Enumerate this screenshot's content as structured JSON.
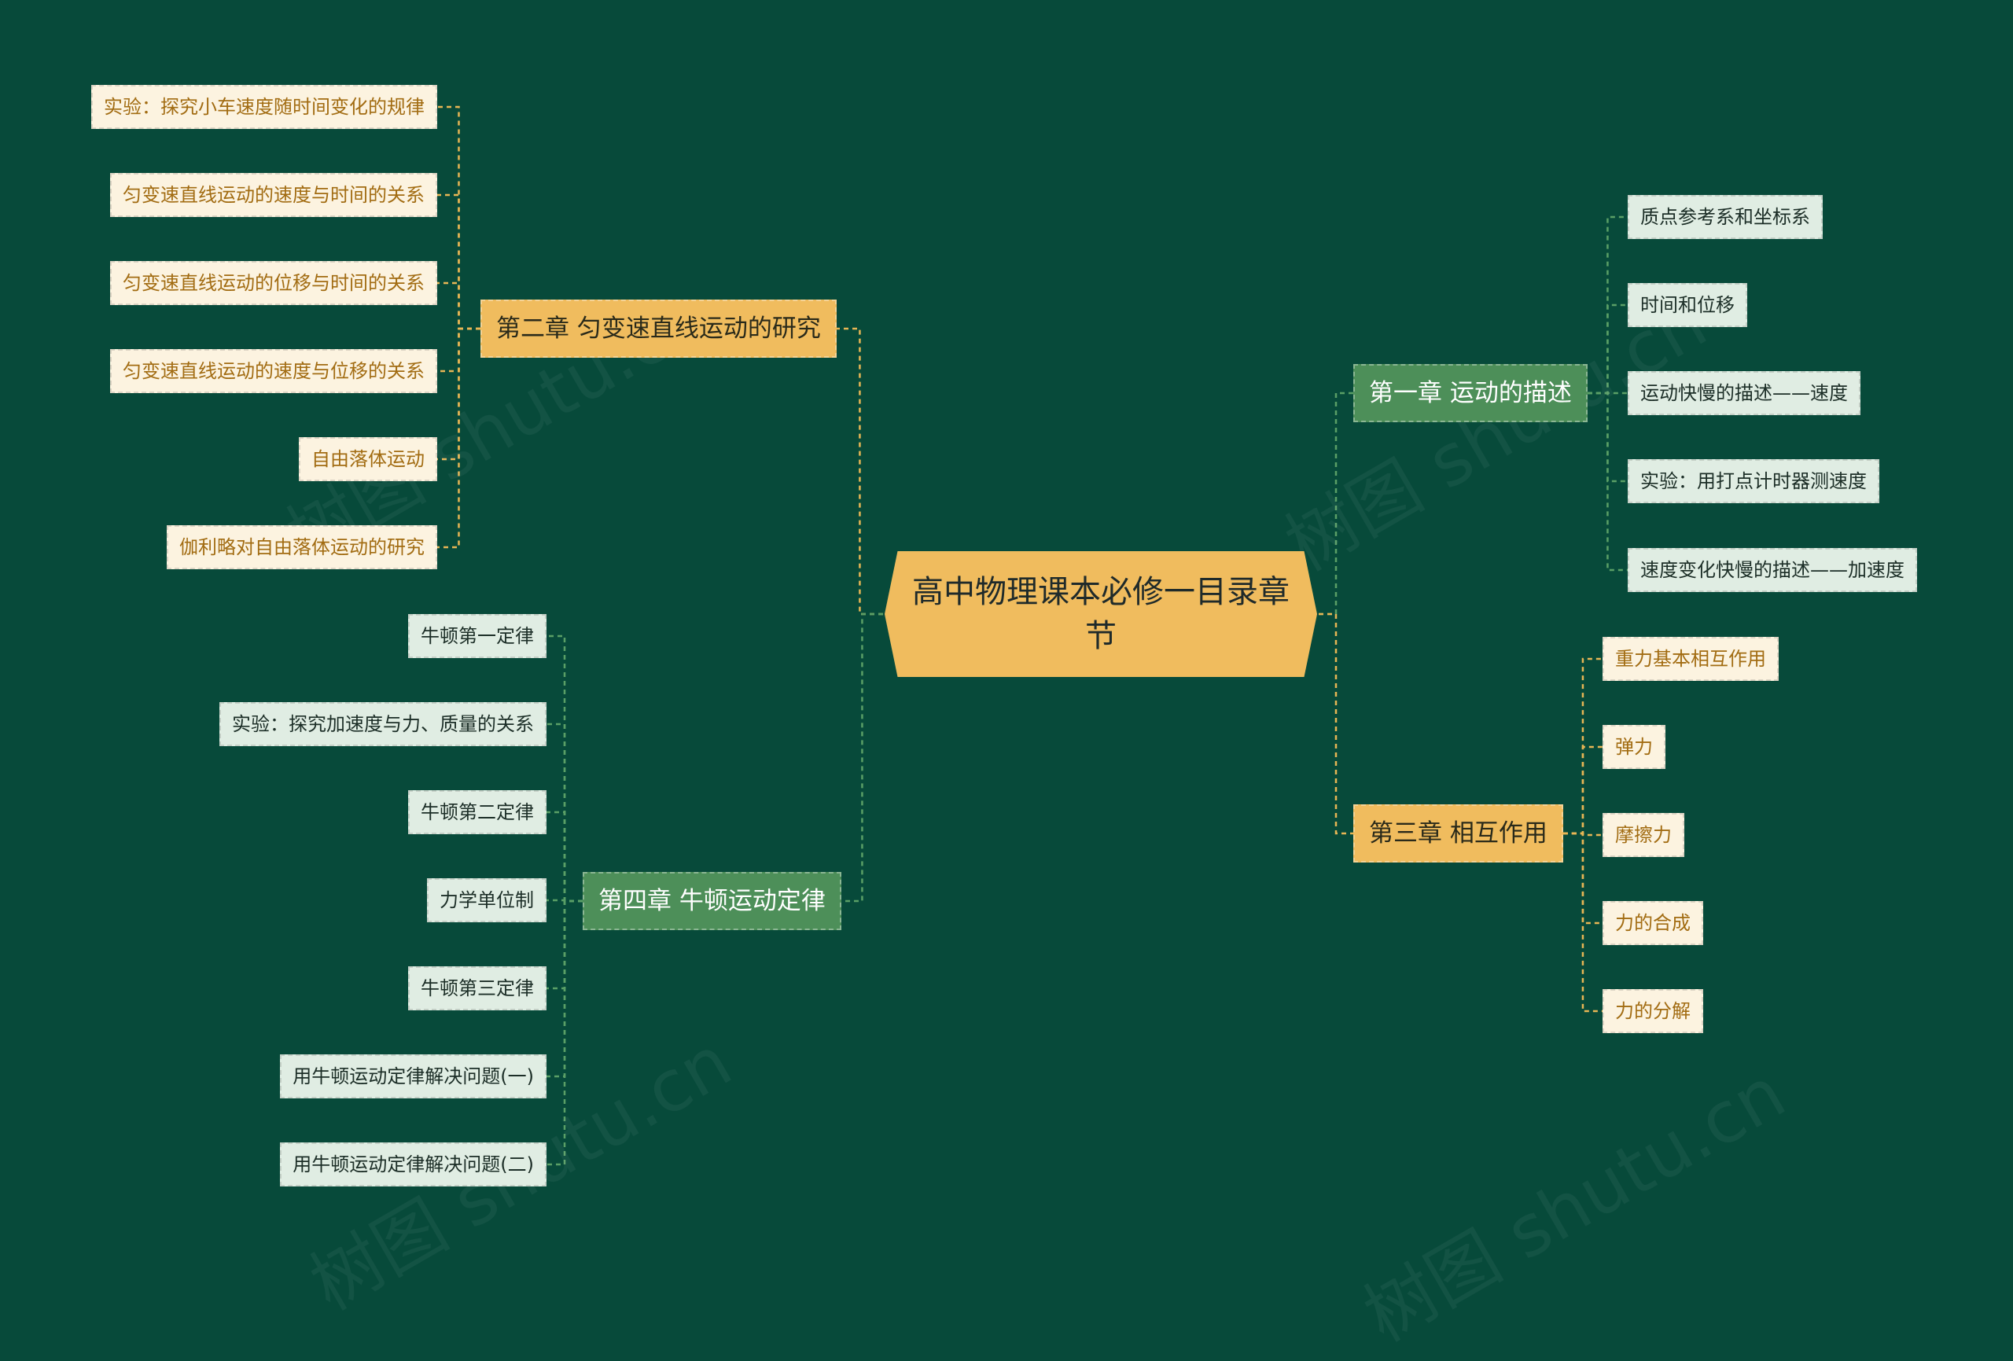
{
  "mindmap": {
    "root": "高中物理课本必修一目录章节",
    "chapters": [
      {
        "title": "第一章  运动的描述",
        "items": [
          "质点参考系和坐标系",
          "时间和位移",
          "运动快慢的描述——速度",
          "实验：用打点计时器测速度",
          "速度变化快慢的描述——加速度"
        ]
      },
      {
        "title": "第二章  匀变速直线运动的研究",
        "items": [
          "实验：探究小车速度随时间变化的规律",
          "匀变速直线运动的速度与时间的关系",
          "匀变速直线运动的位移与时间的关系",
          "匀变速直线运动的速度与位移的关系",
          "自由落体运动",
          "伽利略对自由落体运动的研究"
        ]
      },
      {
        "title": "第三章  相互作用",
        "items": [
          "重力基本相互作用",
          "弹力",
          "摩擦力",
          "力的合成",
          "力的分解"
        ]
      },
      {
        "title": "第四章  牛顿运动定律",
        "items": [
          "牛顿第一定律",
          "实验：探究加速度与力、质量的关系",
          "牛顿第二定律",
          "力学单位制",
          "牛顿第三定律",
          "用牛顿运动定律解决问题(一)",
          "用牛顿运动定律解决问题(二)"
        ]
      }
    ]
  },
  "colors": {
    "background": "#074a3a",
    "gold": "#f0bc5e",
    "green": "#4d8f59",
    "leaf_cream": "#fcf3e0",
    "leaf_mint": "#e0ede3",
    "link_gold": "#e8b655",
    "link_green": "#5a9f66"
  },
  "watermark": "树图 shutu.cn"
}
